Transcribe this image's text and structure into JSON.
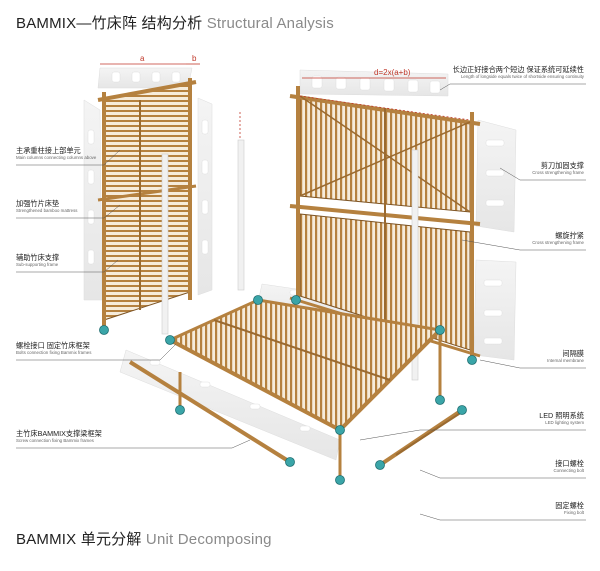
{
  "title_top": {
    "brand": "BAMMIX—竹床阵 结构分析",
    "en": "Structural Analysis"
  },
  "title_bottom": {
    "brand": "BAMMIX 单元分解",
    "en": "Unit Decomposing"
  },
  "dimensions": {
    "a": "a",
    "b": "b",
    "d": "d=2x(a+b)"
  },
  "labels_left": [
    {
      "zh": "主承重柱接上部单元",
      "en": "Main columns connecting columns above"
    },
    {
      "zh": "加强竹片床垫",
      "en": "Strengthened bamboo mattress"
    },
    {
      "zh": "辅助竹床支撑",
      "en": "Sub-supporting frame"
    },
    {
      "zh": "螺栓接口 固定竹床框架",
      "en": "Bolts connection fixing Bammix frames"
    },
    {
      "zh": "主竹床BAMMIX支撑梁框架",
      "en": "Screw connection fixing Bammix frames"
    }
  ],
  "labels_right": [
    {
      "zh": "长边正好接合两个短边 保证系统可延续性",
      "en": "Length of longside equals twice of shortside ensuring continuity"
    },
    {
      "zh": "剪刀加固支撑",
      "en": "Cross strengthening frame"
    },
    {
      "zh": "螺旋拧紧",
      "en": "Cross strengthening frame"
    },
    {
      "zh": "间隔膜",
      "en": "Internal membrane"
    },
    {
      "zh": "LED 照明系统",
      "en": "LED lighting system"
    },
    {
      "zh": "接口螺栓",
      "en": "Connecting bolt"
    },
    {
      "zh": "固定螺栓",
      "en": "Fixing bolt"
    }
  ],
  "colors": {
    "bamboo": "#b5813f",
    "bamboo_dark": "#7d5424",
    "panel": "#efefef",
    "joint": "#3aa5a8",
    "leader": "#555555",
    "dimension": "#c0392b"
  }
}
